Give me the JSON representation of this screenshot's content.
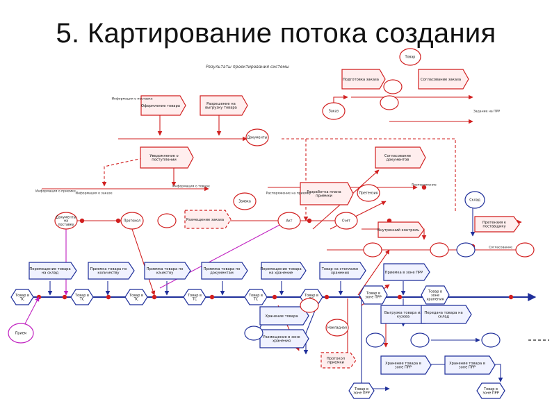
{
  "slide": {
    "title": "5. Картирование потока создания"
  },
  "diagram": {
    "header_caption": "Результаты проектирования системы",
    "colors": {
      "process": "#1f2f9a",
      "control": "#d11f1f",
      "external": "#c020c0",
      "fill_light": "#f0f2ff",
      "fill_red": "#ffeeee"
    },
    "blue_processes": [
      "Перемещение товара на склад",
      "Приемка товара по количеству",
      "Приемка товара по качеству",
      "Приемка товара по документам",
      "Перемещение товара на хранение",
      "Товар на стеллаже хранения",
      "Приемка в зоне ПРР",
      "Хранение товара",
      "Размещение в зоне хранения",
      "Выгрузка товара из кузова",
      "Передача товара на склад",
      "Хранение товара в зоне ПРР",
      "Хранение товара в зоне ПРР"
    ],
    "red_processes": [
      "Оформление товара",
      "Разрешение на выгрузку товара",
      "Уведомление о поступлении",
      "Разработка плана приемки",
      "Согласование документов",
      "Подготовка заказа",
      "Согласование заказа",
      "Внутренний контроль",
      "Размещение заказа",
      "Протокол приемки",
      "Претензия к поставщику"
    ],
    "states": [
      "Товар в ТС",
      "Товар в ТС",
      "Товар в ТС",
      "Товар в ТС",
      "Товар в ТС",
      "Товар в ТС",
      "Товар в зоне ПРР",
      "Товар в зоне хранения",
      "Товар в зоне ПРР",
      "Товар в зоне ПРР"
    ],
    "documents": [
      "Документы на поставку",
      "Протокол",
      "Документы",
      "Заявка",
      "Акт",
      "Счет",
      "Заказ",
      "Претензия",
      "Накладная"
    ],
    "agents": [
      "Прием",
      "Товар",
      "Склад"
    ],
    "notes": [
      "Информация о поставке",
      "Информация о приемке",
      "Информация о заказе",
      "Информация о товаре",
      "Распоряжение на приемку",
      "Распоряжение",
      "Задание на ПРР",
      "Согласование"
    ]
  }
}
